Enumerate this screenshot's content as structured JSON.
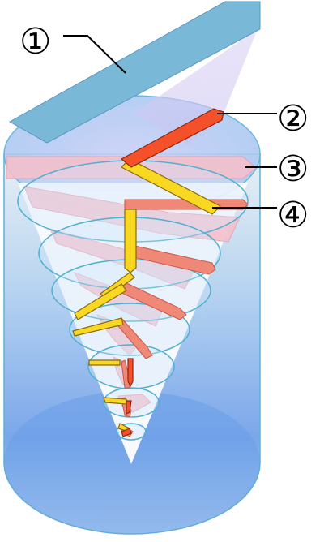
{
  "callouts": [
    {
      "id": "1",
      "label": "①"
    },
    {
      "id": "2",
      "label": "②"
    },
    {
      "id": "3",
      "label": "③"
    },
    {
      "id": "4",
      "label": "④"
    }
  ],
  "colors": {
    "polarizer": "#7ab8d8",
    "beam": "#d8c8f0",
    "cylinder_top": "#c8dcf4",
    "cylinder_bottom": "#6f9fe6",
    "cone": "#f4f8fc",
    "ellipse_stroke": "#4fb0d0",
    "ray_red": "#f4502a",
    "ray_yellow": "#f8d820",
    "ray_pink": "#f4c0cc",
    "ray_salmon": "#f08878"
  }
}
